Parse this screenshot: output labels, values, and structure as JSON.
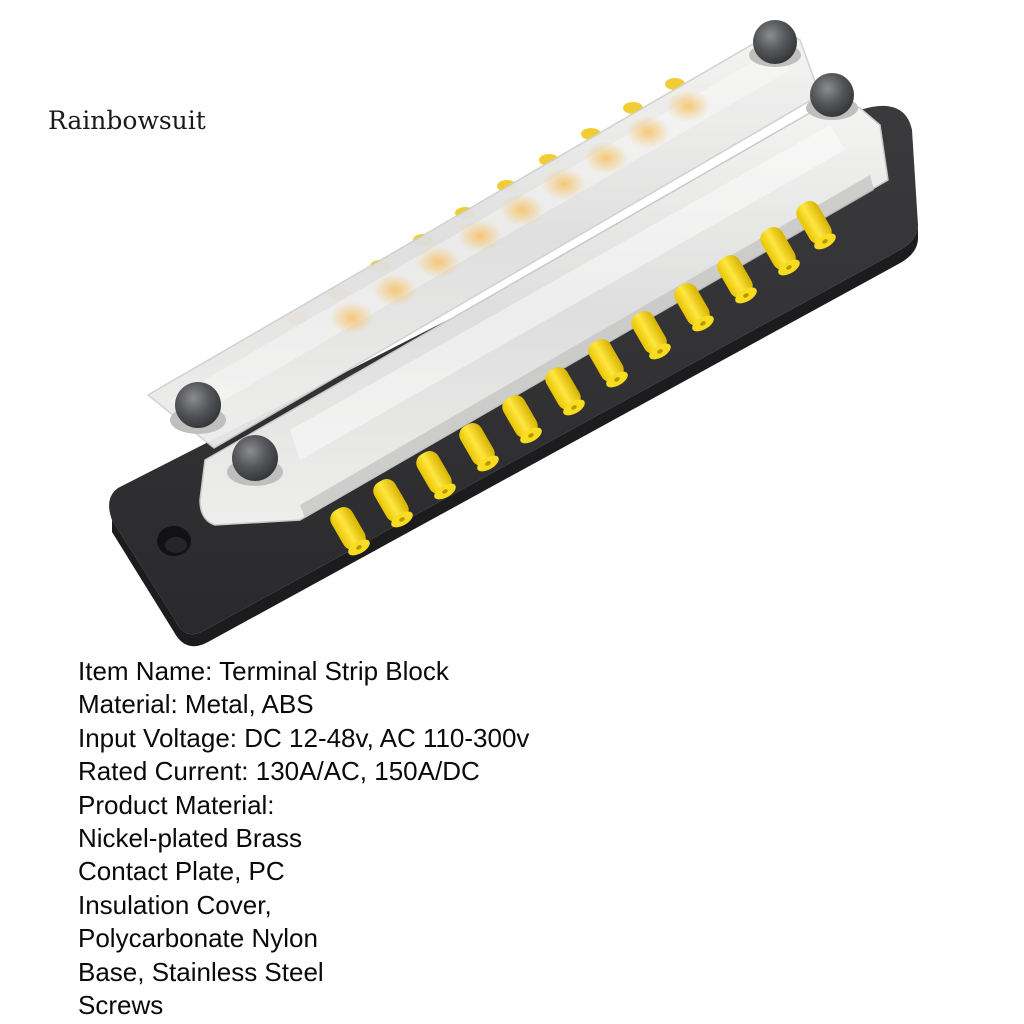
{
  "watermark": {
    "text": "Rainbowsuit"
  },
  "product": {
    "name": "Terminal Strip Block",
    "terminal_count_per_row": 12,
    "rows": 2,
    "colors": {
      "base": "#2b2b2d",
      "base_shadow": "#1a1a1c",
      "cover": "#e6e6e4",
      "terminal": "#f5d80f",
      "terminal_shade": "#d4b400",
      "cap": "#505254"
    }
  },
  "specs": {
    "lines": [
      "Item Name: Terminal Strip Block",
      "Material: Metal, ABS",
      "Input Voltage: DC 12-48v, AC 110-300v",
      "Rated Current: 130A/AC, 150A/DC",
      "Product Material:",
      "Nickel-plated Brass",
      "Contact Plate, PC",
      "Insulation Cover,",
      "Polycarbonate Nylon",
      "Base, Stainless Steel",
      "Screws"
    ]
  }
}
